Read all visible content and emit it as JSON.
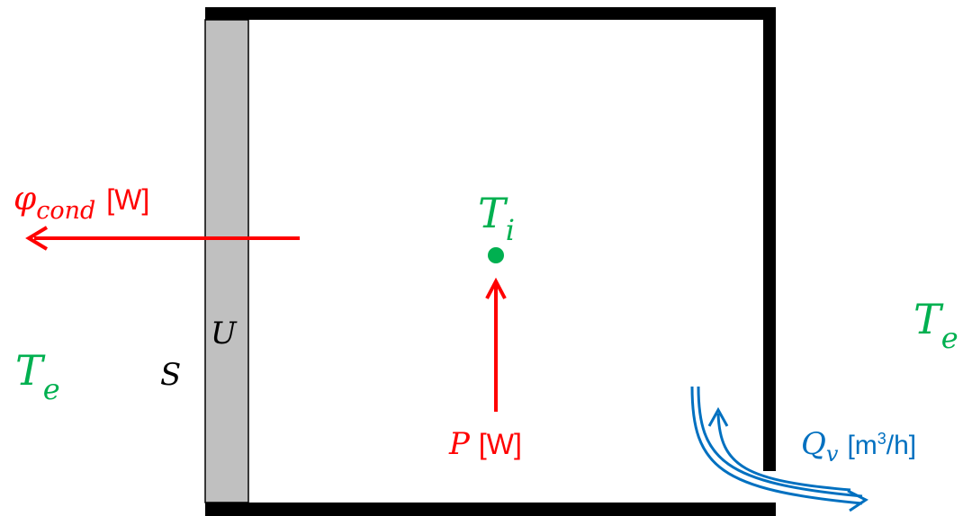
{
  "colors": {
    "heat": "#ff0000",
    "temperature": "#00b050",
    "ventilation": "#0070c0",
    "wall": "#000000",
    "insulation": "#c0c0c0",
    "text": "#000000"
  },
  "labels": {
    "phi_symbol": "φ",
    "phi_subscript": "cond",
    "phi_unit": "[W]",
    "ti_symbol": "T",
    "ti_subscript": "i",
    "te_left_symbol": "T",
    "te_left_subscript": "e",
    "te_right_symbol": "T",
    "te_right_subscript": "e",
    "s_symbol": "S",
    "u_symbol": "U",
    "p_symbol": "P",
    "p_unit": "[W]",
    "qv_symbol": "Q",
    "qv_subscript": "v",
    "qv_unit_prefix": "[m",
    "qv_unit_sup": "3",
    "qv_unit_suffix": "/h]"
  }
}
